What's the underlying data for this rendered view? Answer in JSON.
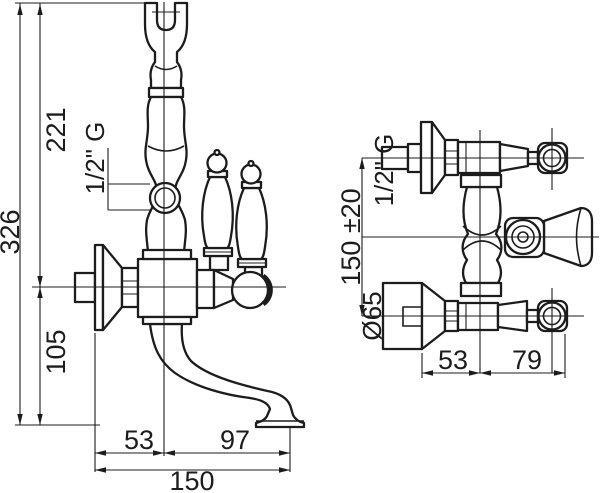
{
  "side_view": {
    "height_total": "326",
    "height_top_section": "221",
    "height_spout_section": "105",
    "thread_label": "1/2\" G",
    "dim_wall_to_axis": "53",
    "dim_axis_to_outlet": "97",
    "dim_total_reach": "150"
  },
  "front_view": {
    "centers_distance": "150 ±20",
    "thread_label": "1/2\" G",
    "flange_diameter": "Ø65",
    "dim_wall_to_axis": "53",
    "dim_axis_to_handle": "79"
  },
  "style": {
    "line_color": "#1c1c1c",
    "background": "#ffffff"
  }
}
